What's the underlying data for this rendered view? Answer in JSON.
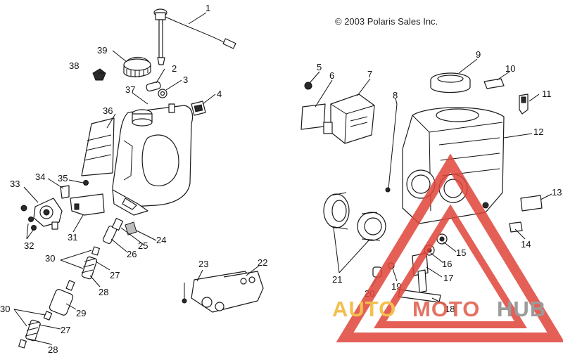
{
  "copyright": "© 2003 Polaris Sales Inc.",
  "watermark": {
    "auto": "AUTO",
    "moto": "MOTO",
    "hub": "HUB",
    "color_auto": "#f2b430",
    "color_moto": "#e05a4a",
    "color_hub": "#8a8a8a",
    "logo_color": "#e0453a"
  },
  "callouts": {
    "c1": "1",
    "c2": "2",
    "c3": "3",
    "c4": "4",
    "c5": "5",
    "c6": "6",
    "c7": "7",
    "c8": "8",
    "c9": "9",
    "c10": "10",
    "c11": "11",
    "c12": "12",
    "c13": "13",
    "c14": "14",
    "c15": "15",
    "c16": "16",
    "c17": "17",
    "c18": "18",
    "c19": "19",
    "c20": "20",
    "c21": "21",
    "c22": "22",
    "c23": "23",
    "c24": "24",
    "c25": "25",
    "c26": "26",
    "c27a": "27",
    "c27b": "27",
    "c28a": "28",
    "c28b": "28",
    "c29": "29",
    "c30a": "30",
    "c30b": "30",
    "c31": "31",
    "c32": "32",
    "c33": "33",
    "c34": "34",
    "c35": "35",
    "c36": "36",
    "c37": "37",
    "c38": "38",
    "c39": "39"
  }
}
